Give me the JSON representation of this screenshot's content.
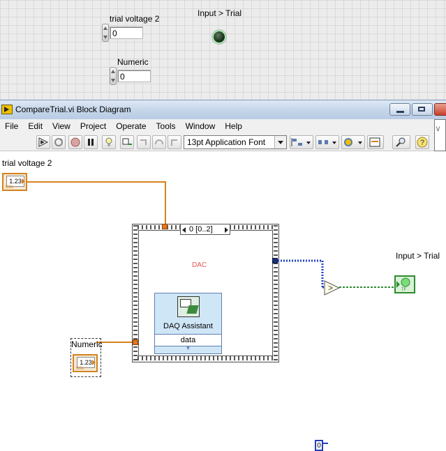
{
  "front_panel": {
    "control1": {
      "label": "trial voltage 2",
      "value": "0"
    },
    "control2": {
      "label": "Numeric",
      "value": "0"
    },
    "indicator": {
      "label": "Input > Trial"
    }
  },
  "window": {
    "title": "CompareTrial.vi Block Diagram"
  },
  "menu": [
    "File",
    "Edit",
    "View",
    "Project",
    "Operate",
    "Tools",
    "Window",
    "Help"
  ],
  "toolbar": {
    "font": "13pt Application Font"
  },
  "diagram": {
    "terminal1": {
      "label": "trial voltage 2",
      "text": "1.23",
      "type": "DBL"
    },
    "terminal2": {
      "label": "Numeric",
      "text": "1.23",
      "type": "DBL"
    },
    "sequence": {
      "selector": "0 [0..2]"
    },
    "dac_label": "DAC",
    "daq": {
      "title": "DAQ Assistant",
      "data": "data"
    },
    "constant": "0",
    "indicator": {
      "label": "Input > Trial",
      "type": "TF"
    }
  },
  "colors": {
    "orange_wire": "#d4821e",
    "blue_wire": "#1f3fbf",
    "green_wire": "#2e8b2e"
  }
}
